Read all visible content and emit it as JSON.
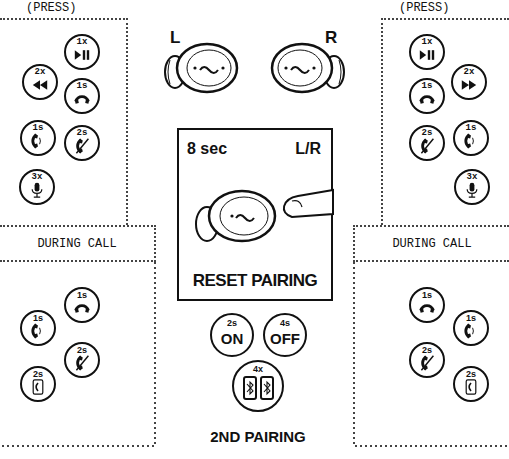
{
  "diagram": {
    "nodes": [
      {
        "text": [
          "(PRESS)"
        ]
      },
      {
        "text": [
          "1x"
        ],
        "in": 0
      },
      {
        "text": [
          "2x"
        ],
        "in": 0
      },
      {
        "text": [
          "1s"
        ],
        "in": 0
      },
      {
        "text": [
          "1s"
        ],
        "in": 0
      },
      {
        "text": [
          "2s"
        ],
        "in": 0
      },
      {
        "text": [
          "3x"
        ],
        "in": 0
      },
      {
        "text": [
          "(PRESS)"
        ]
      },
      {
        "text": [
          "1x"
        ],
        "in": 7
      },
      {
        "text": [
          "2x"
        ],
        "in": 7
      },
      {
        "text": [
          "1s"
        ],
        "in": 7
      },
      {
        "text": [
          "1s"
        ],
        "in": 7
      },
      {
        "text": [
          "2s"
        ],
        "in": 7
      },
      {
        "text": [
          "3x"
        ],
        "in": 7
      },
      {
        "text": [
          "8 sec",
          "L/R",
          "RESET PAIRING"
        ]
      },
      {
        "text": [
          "DURING CALL"
        ]
      },
      {
        "text": [
          "DURING CALL"
        ]
      },
      {
        "text": [
          "1s"
        ]
      },
      {
        "text": [
          "1s"
        ]
      },
      {
        "text": [
          "2s"
        ]
      },
      {
        "text": [
          "2s"
        ]
      },
      {
        "text": [
          "1s"
        ]
      },
      {
        "text": [
          "1s"
        ]
      },
      {
        "text": [
          "2s"
        ]
      },
      {
        "text": [
          "2s"
        ]
      },
      {
        "text": [
          "2s",
          "ON"
        ]
      },
      {
        "text": [
          "4s",
          "OFF"
        ]
      },
      {
        "text": [
          "4x",
          "2ND PAIRING"
        ]
      }
    ],
    "labels": [
      "L",
      "R"
    ]
  }
}
